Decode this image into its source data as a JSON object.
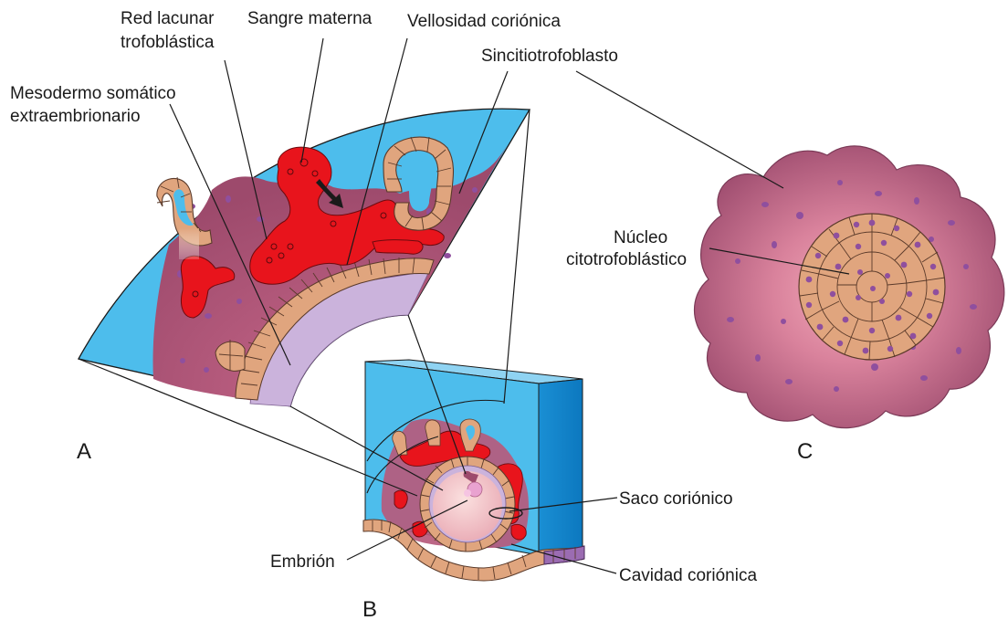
{
  "labels": {
    "red_lacunar_1": "Red lacunar",
    "red_lacunar_2": "trofoblástica",
    "sangre_materna": "Sangre materna",
    "vellosidad": "Vellosidad coriónica",
    "sincitio": "Sincitiotrofoblasto",
    "mesodermo_1": "Mesodermo somático",
    "mesodermo_2": "extraembrionario",
    "nucleo_1": "Núcleo",
    "nucleo_2": "citotrofoblástico",
    "saco": "Saco coriónico",
    "embrion": "Embrión",
    "cavidad": "Cavidad coriónica"
  },
  "panels": {
    "a": "A",
    "b": "B",
    "c": "C"
  },
  "colors": {
    "blue": "#4dbdec",
    "blue_dark": "#1c93d6",
    "syncytium": "#a35170",
    "syncytium_glow": "#d97a9c",
    "blood": "#e8141c",
    "cyto_cell": "#e0a57e",
    "nucleus": "#8f4f9e",
    "mesoderm": "#cbb3dc",
    "cavity": "#f2c2c8"
  }
}
